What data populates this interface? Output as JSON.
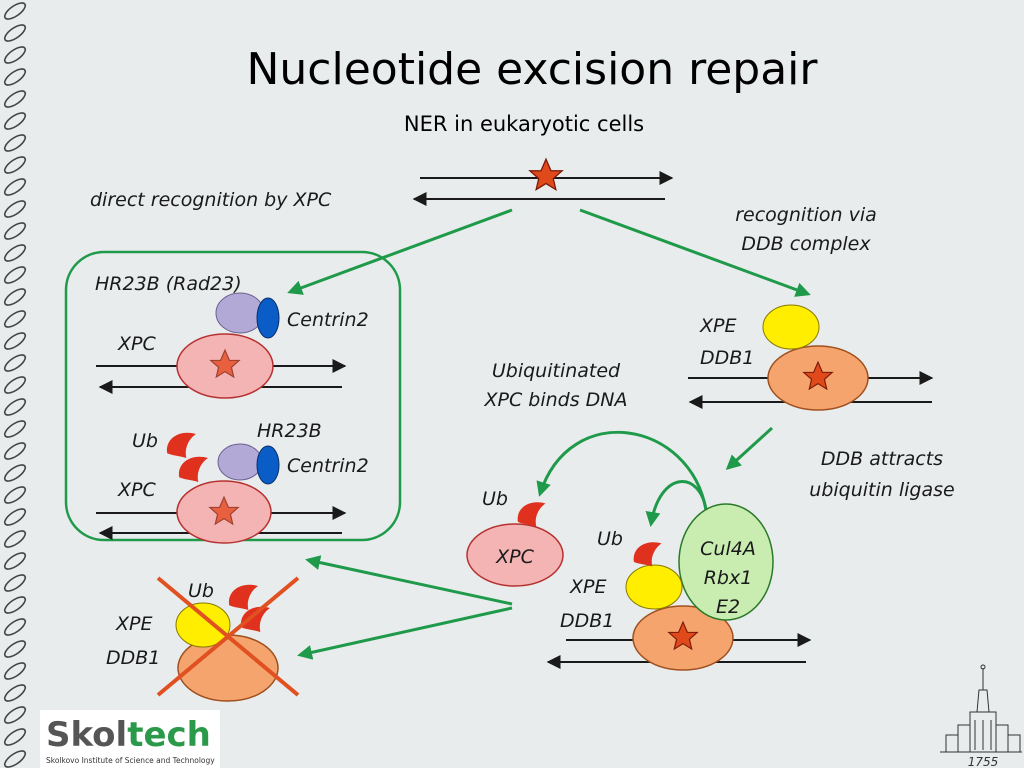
{
  "title": "Nucleotide excision repair",
  "subtitle": "NER in eukaryotic cells",
  "labels": {
    "direct_recognition": "direct recognition by XPC",
    "recognition_via_1": "recognition via",
    "recognition_via_2": "DDB complex",
    "hr23b_rad23": "HR23B (Rad23)",
    "centrin2_top": "Centrin2",
    "xpc_top": "XPC",
    "ub_mid": "Ub",
    "hr23b": "HR23B",
    "centrin2_mid": "Centrin2",
    "xpc_mid": "XPC",
    "xpe_right": "XPE",
    "ddb1_right": "DDB1",
    "ubiq_xpc_1": "Ubiquitinated",
    "ubiq_xpc_2": "XPC binds DNA",
    "ddb_attracts_1": "DDB attracts",
    "ddb_attracts_2": "ubiquitin ligase",
    "ub_free": "Ub",
    "xpc_free": "XPC",
    "ub_complex": "Ub",
    "xpe_complex": "XPE",
    "ddb1_complex": "DDB1",
    "cul4a": "Cul4A",
    "rbx1": "Rbx1",
    "e2": "E2",
    "ub_bottom": "Ub",
    "xpe_bottom": "XPE",
    "ddb1_bottom": "DDB1"
  },
  "logo": {
    "name_part1": "Skol",
    "name_part2": "tech",
    "tagline": "Skolkovo Institute of Science and Technology"
  },
  "emblem_year": "1755",
  "colors": {
    "green_arrow": "#1f9a4a",
    "xpc_pink": "#f4b4b4",
    "ddb1_orange": "#f5a46e",
    "xpe_yellow": "#ffee00",
    "hr23b_lavender": "#b3a9d6",
    "centrin_blue": "#0a5cc6",
    "ub_red": "#e0301e",
    "cul4a_green": "#c9ecb0",
    "star_red": "#e04a1a",
    "cross_red": "#e05020",
    "logo_gray": "#555555",
    "logo_green": "#2a9a4a"
  }
}
